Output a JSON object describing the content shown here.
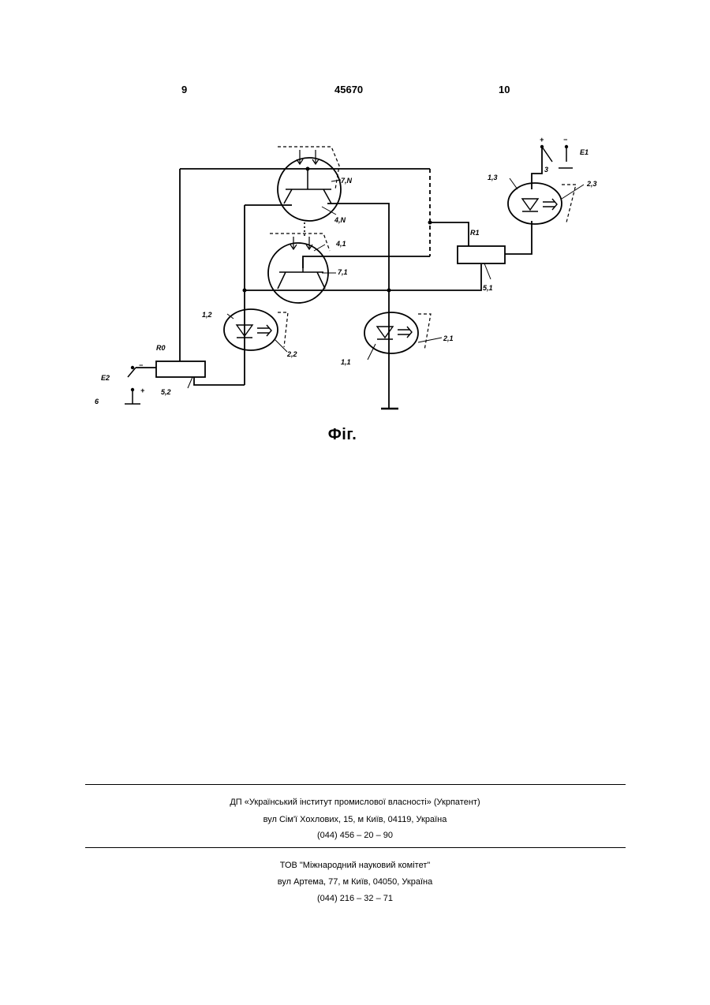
{
  "header": {
    "page_left": "9",
    "patent_number": "45670",
    "page_right": "10"
  },
  "figure": {
    "caption": "Фіг.",
    "labels": {
      "e1": "E1",
      "e2": "E2",
      "r1": "R1",
      "r0": "R0",
      "t7n": "7,N",
      "t4n": "4,N",
      "t41": "4,1",
      "t71": "7,1",
      "l12": "1,2",
      "l22": "2,2",
      "l11": "1,1",
      "l21": "2,1",
      "l13": "1,3",
      "l23": "2,3",
      "l51": "5,1",
      "l52": "5,2",
      "sw3": "3",
      "sw6": "6",
      "plus_top": "+",
      "minus_top": "−",
      "minus_left": "−",
      "plus_left": "+"
    }
  },
  "footer": {
    "org1": {
      "name": "ДП «Український інститут промислової власності» (Укрпатент)",
      "address": "вул  Сім'ї Хохлових, 15, м  Київ, 04119, Україна",
      "phone": "(044) 456 – 20 –  90"
    },
    "org2": {
      "name": "ТОВ \"Міжнародний науковий комітет\"",
      "address": "вул  Артема, 77, м  Київ, 04050, Україна",
      "phone": "(044) 216 – 32 – 71"
    }
  }
}
